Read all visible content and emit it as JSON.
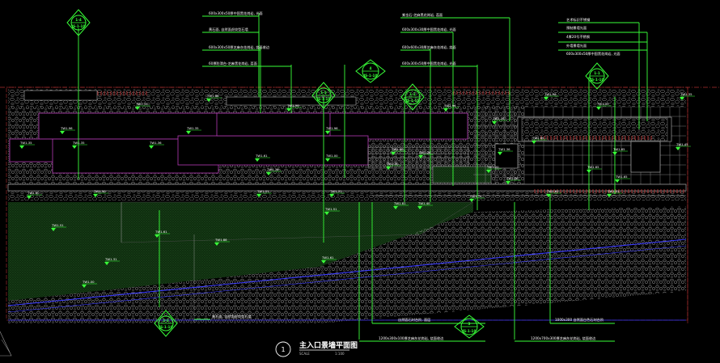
{
  "drawing": {
    "title": "主入口景墙平面图",
    "scale_label": "SCALE",
    "scale_value": "1:100",
    "view_number": "1"
  },
  "callouts_top": [
    "600x300x50厚中国黑花岗岩, 光面",
    "黄石面, 自然面虎纹型石墙",
    "600x300x50厚芝麻灰花岗岩, 烧面收边",
    "60厚防滑台-芝麻黑花岗岩, 荔面",
    "紫金石-芝麻黑花岗岩, 荔面",
    "600x300x30厚中国黑花岗岩, 光面",
    "600x600x30厚芝麻灰花岗岩, 烧面",
    "600x300x50厚中国黑花岗岩, 光面",
    "艺术标识不锈钢",
    "预制景墙光面",
    "4厚20号不锈钢",
    "外墙景墙光面",
    "600x300x50厚中国黑花岗岩, 光面"
  ],
  "callouts_bottom": [
    "黄石面, 自然面虎纹型石墙",
    "自然面石材台阶, 面层",
    "1200x300x100厚芝麻灰花岗岩, 烧面收边",
    "1000x300 自然面白色石材台阶",
    "1200x700x300厚芝麻灰花岗岩, 烧面收边"
  ],
  "section_markers": [
    {
      "id": "1-4",
      "sheet": "JS-1-10"
    },
    {
      "id": "1-3",
      "sheet": "JS-1-10"
    },
    {
      "id": "1-2",
      "sheet": "JS-1-10"
    },
    {
      "id": "1-1",
      "sheet": "JS-1-10"
    },
    {
      "id": "2-3",
      "sheet": "JS-1-10"
    }
  ],
  "detail_markers": [
    {
      "id": "4",
      "sheet": "JS-1-10"
    },
    {
      "id": "3",
      "sheet": "JS-1-10"
    }
  ],
  "elevation_tags": [
    "TW1.96",
    "TW1.35",
    "TW1.96",
    "TW1.96",
    "TW1.35",
    "TW1.96",
    "TW1.35",
    "TW1.35",
    "TW1.96",
    "TW1.35",
    "TW1.96",
    "TW1.35",
    "TW1.36",
    "TW1.35",
    "TW1.61",
    "TW1.00",
    "TW1.36",
    "TW1.00",
    "TW1.28",
    "TW1.20",
    "TW1.00",
    "TW1.36",
    "TW1.65",
    "TW1.36",
    "TW1.65",
    "TW1.45",
    "TW1.65",
    "TW1.65",
    "TW1.80",
    "TW1.50",
    "TW1.51",
    "TW1.31",
    "TW1.81",
    "TW1.71",
    "TW1.61",
    "TW1.01",
    "TW1.51",
    "TW1.61",
    "TW1.88",
    "TW1.31",
    "TW1.61",
    "TW1.00",
    "TW1.51",
    "TW1.40"
  ]
}
